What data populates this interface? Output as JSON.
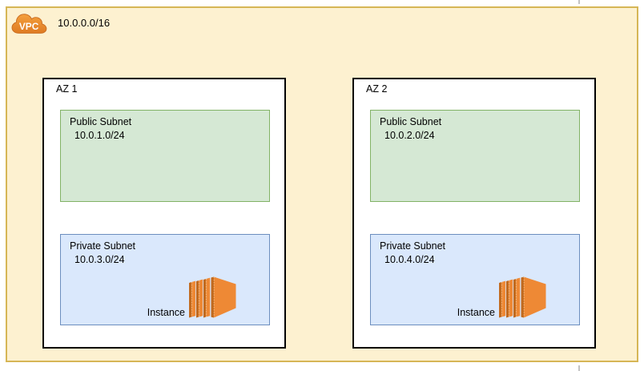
{
  "vpc": {
    "label": "VPC",
    "cidr": "10.0.0.0/16"
  },
  "zones": [
    {
      "label": "AZ 1",
      "public_subnet": {
        "title": "Public Subnet",
        "cidr": "10.0.1.0/24"
      },
      "private_subnet": {
        "title": "Private Subnet",
        "cidr": "10.0.3.0/24",
        "instance": {
          "label": "Instance",
          "icon": "ec2-instance-icon"
        }
      }
    },
    {
      "label": "AZ 2",
      "public_subnet": {
        "title": "Public Subnet",
        "cidr": "10.0.2.0/24"
      },
      "private_subnet": {
        "title": "Private Subnet",
        "cidr": "10.0.4.0/24",
        "instance": {
          "label": "Instance",
          "icon": "ec2-instance-icon"
        }
      }
    }
  ],
  "colors": {
    "vpc_fill": "#FDF1D0",
    "vpc_border": "#D6B656",
    "az_fill": "#FFFFFF",
    "az_border": "#000000",
    "public_subnet_fill": "#D5E8D4",
    "public_subnet_border": "#82B366",
    "private_subnet_fill": "#DAE8FC",
    "private_subnet_border": "#6C8EBF",
    "instance_orange": "#EE8935",
    "instance_orange_dark": "#C16A1E",
    "cloud_orange_top": "#F5A03D",
    "cloud_orange_bottom": "#DE7B23"
  }
}
